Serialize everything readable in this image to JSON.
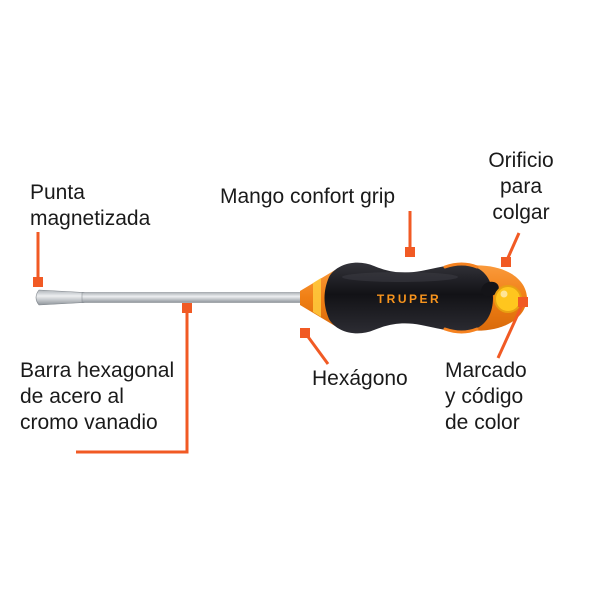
{
  "brand": "TRUPER",
  "colors": {
    "callout": "#F15A24",
    "text": "#1A1A1A",
    "accent_orange": "#F58220",
    "brand_orange": "#F7941D",
    "cap_yellow": "#FFC61E",
    "handle_black": "#141418",
    "background": "#FFFFFF"
  },
  "labels": {
    "punta": {
      "lines": [
        "Punta",
        "magnetizada"
      ]
    },
    "mango": {
      "lines": [
        "Mango confort grip"
      ]
    },
    "orificio": {
      "lines": [
        "Orificio",
        "para",
        "colgar"
      ]
    },
    "barra": {
      "lines": [
        "Barra hexagonal",
        "de acero al",
        "cromo vanadio"
      ]
    },
    "hexagono": {
      "lines": [
        "Hexágono"
      ]
    },
    "marcado": {
      "lines": [
        "Marcado",
        "y código",
        "de color"
      ]
    }
  }
}
